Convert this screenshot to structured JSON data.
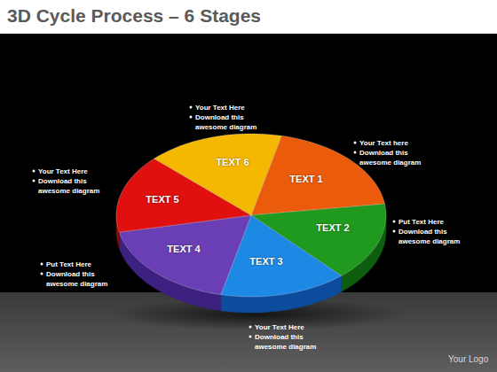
{
  "diagram": {
    "title": "3D Cycle Process – 6 Stages",
    "nodes": [
      {
        "text": [
          "TEXT 1"
        ]
      },
      {
        "text": [
          "TEXT 2"
        ]
      },
      {
        "text": [
          "TEXT 3"
        ]
      },
      {
        "text": [
          "TEXT 4"
        ]
      },
      {
        "text": [
          "TEXT 5"
        ]
      },
      {
        "text": [
          "TEXT 6"
        ]
      }
    ],
    "labels": [
      "Your Text Here",
      "Download this awesome diagram",
      "Your Text here",
      "Download this awesome diagram",
      "Your Text Here",
      "Download this awesome diagram",
      "Put Text Here",
      "Download this awesome diagram",
      "Put Text Here",
      "Download this awesome diagram",
      "Your Text Here",
      "Download this awesome diagram",
      "Your Logo"
    ]
  }
}
